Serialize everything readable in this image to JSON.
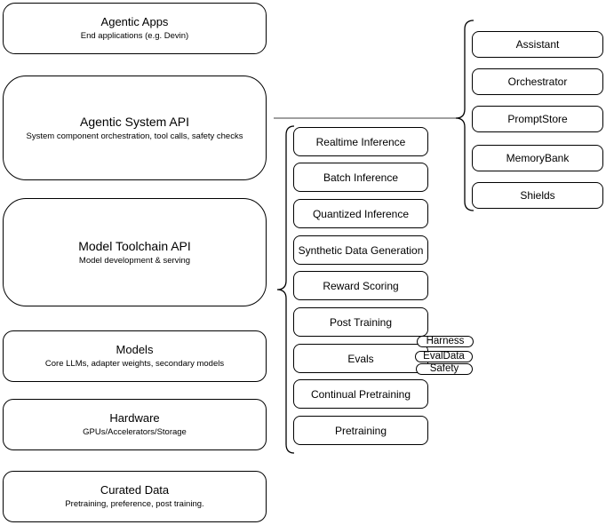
{
  "diagram": {
    "left_stack": [
      {
        "title": "Agentic Apps",
        "subtitle": "End applications (e.g. Devin)"
      },
      {
        "title": "Agentic System API",
        "subtitle": "System component orchestration, tool calls, safety checks"
      },
      {
        "title": "Model Toolchain API",
        "subtitle": "Model development & serving"
      },
      {
        "title": "Models",
        "subtitle": "Core LLMs, adapter weights, secondary models"
      },
      {
        "title": "Hardware",
        "subtitle": "GPUs/Accelerators/Storage"
      },
      {
        "title": "Curated Data",
        "subtitle": "Pretraining, preference, post training."
      }
    ],
    "toolchain_items": [
      "Realtime Inference",
      "Batch Inference",
      "Quantized Inference",
      "Synthetic Data Generation",
      "Reward Scoring",
      "Post Training",
      "Evals",
      "Continual Pretraining",
      "Pretraining"
    ],
    "eval_tags": [
      "Harness",
      "EvalData",
      "Safety"
    ],
    "system_components": [
      "Assistant",
      "Orchestrator",
      "PromptStore",
      "MemoryBank",
      "Shields"
    ],
    "colors": {
      "stroke": "#000000",
      "connector_line": "#808080",
      "shape_fill": "#ffffff",
      "background": "#ffffff"
    }
  }
}
